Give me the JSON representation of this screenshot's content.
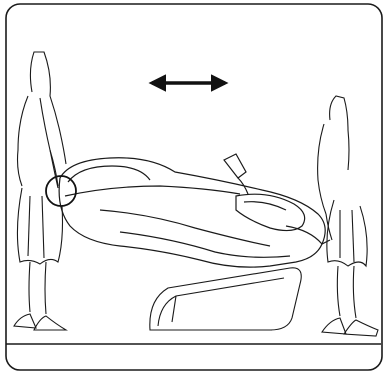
{
  "illustration": {
    "subject": "two-people-tilting-massage-chair",
    "arrow_icon": "double-headed-horizontal-arrow",
    "highlight_icon": "circle-highlight",
    "colors": {
      "stroke": "#1a1a1a",
      "background": "#ffffff"
    }
  }
}
